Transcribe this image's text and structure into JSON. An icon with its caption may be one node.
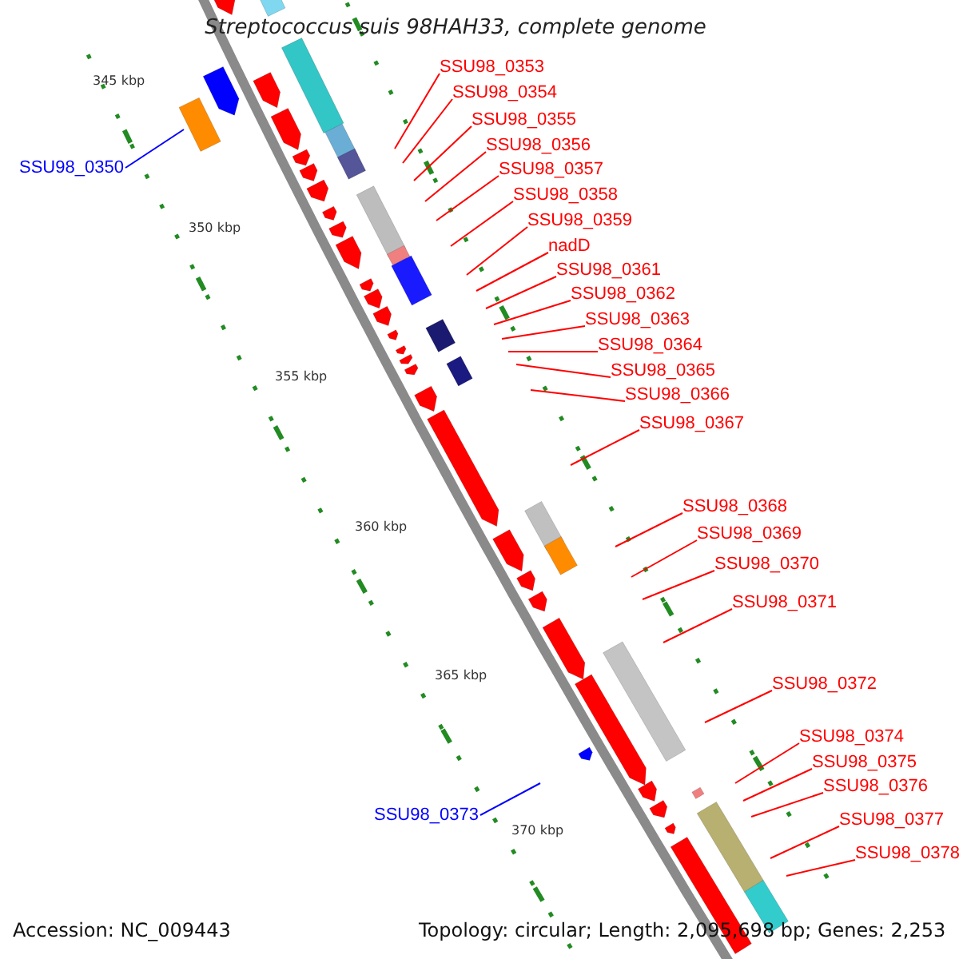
{
  "diagram": {
    "title": "Streptococcus suis 98HAH33, complete genome",
    "nodes": [
      {
        "text": [
          "SSU98_0353"
        ]
      },
      {
        "text": [
          "SSU98_0354"
        ]
      },
      {
        "text": [
          "SSU98_0355"
        ]
      },
      {
        "text": [
          "SSU98_0356"
        ]
      },
      {
        "text": [
          "SSU98_0350"
        ]
      },
      {
        "text": [
          "SSU98_0357"
        ]
      },
      {
        "text": [
          "SSU98_0358"
        ]
      },
      {
        "text": [
          "SSU98_0359"
        ]
      },
      {
        "text": [
          "nadD"
        ]
      },
      {
        "text": [
          "SSU98_0361"
        ]
      },
      {
        "text": [
          "SSU98_0362"
        ]
      },
      {
        "text": [
          "SSU98_0363"
        ]
      },
      {
        "text": [
          "SSU98_0364"
        ]
      },
      {
        "text": [
          "SSU98_0365"
        ]
      },
      {
        "text": [
          "SSU98_0366"
        ]
      },
      {
        "text": [
          "SSU98_0367"
        ]
      },
      {
        "text": [
          "SSU98_0368"
        ]
      },
      {
        "text": [
          "SSU98_0369"
        ]
      },
      {
        "text": [
          "SSU98_0370"
        ]
      },
      {
        "text": [
          "SSU98_0371"
        ]
      },
      {
        "text": [
          "SSU98_0372"
        ]
      },
      {
        "text": [
          "SSU98_0374"
        ]
      },
      {
        "text": [
          "SSU98_0375"
        ]
      },
      {
        "text": [
          "SSU98_0376"
        ]
      },
      {
        "text": [
          "SSU98_0373"
        ]
      },
      {
        "text": [
          "SSU98_0377"
        ]
      },
      {
        "text": [
          "SSU98_0378"
        ]
      }
    ],
    "edges": [
      {
        "from": 0,
        "to": null,
        "arrow": "none"
      },
      {
        "from": 1,
        "to": null,
        "arrow": "none"
      },
      {
        "from": 2,
        "to": null,
        "arrow": "none"
      },
      {
        "from": 3,
        "to": null,
        "arrow": "none"
      },
      {
        "from": 4,
        "to": null,
        "arrow": "none",
        "color": "#0000ff"
      },
      {
        "from": 5,
        "to": null,
        "arrow": "none"
      },
      {
        "from": 6,
        "to": null,
        "arrow": "none"
      },
      {
        "from": 7,
        "to": null,
        "arrow": "none"
      },
      {
        "from": 8,
        "to": null,
        "arrow": "none"
      },
      {
        "from": 9,
        "to": null,
        "arrow": "none"
      },
      {
        "from": 10,
        "to": null,
        "arrow": "none"
      },
      {
        "from": 11,
        "to": null,
        "arrow": "none"
      },
      {
        "from": 12,
        "to": null,
        "arrow": "none"
      },
      {
        "from": 13,
        "to": null,
        "arrow": "none"
      },
      {
        "from": 14,
        "to": null,
        "arrow": "none"
      },
      {
        "from": 15,
        "to": null,
        "arrow": "none"
      },
      {
        "from": 16,
        "to": null,
        "arrow": "none"
      },
      {
        "from": 17,
        "to": null,
        "arrow": "none"
      },
      {
        "from": 18,
        "to": null,
        "arrow": "none"
      },
      {
        "from": 19,
        "to": null,
        "arrow": "none"
      },
      {
        "from": 20,
        "to": null,
        "arrow": "none"
      },
      {
        "from": 21,
        "to": null,
        "arrow": "none"
      },
      {
        "from": 22,
        "to": null,
        "arrow": "none"
      },
      {
        "from": 23,
        "to": null,
        "arrow": "none"
      },
      {
        "from": 24,
        "to": null,
        "arrow": "none",
        "color": "#0000ff"
      },
      {
        "from": 25,
        "to": null,
        "arrow": "none"
      },
      {
        "from": 26,
        "to": null,
        "arrow": "none"
      }
    ],
    "labels": [
      "345 kbp",
      "350 kbp",
      "355 kbp",
      "360 kbp",
      "365 kbp",
      "370 kbp",
      "Accession: NC_009443",
      "Topology: circular; Length: 2,095,698 bp; Genes: 2,253"
    ]
  }
}
